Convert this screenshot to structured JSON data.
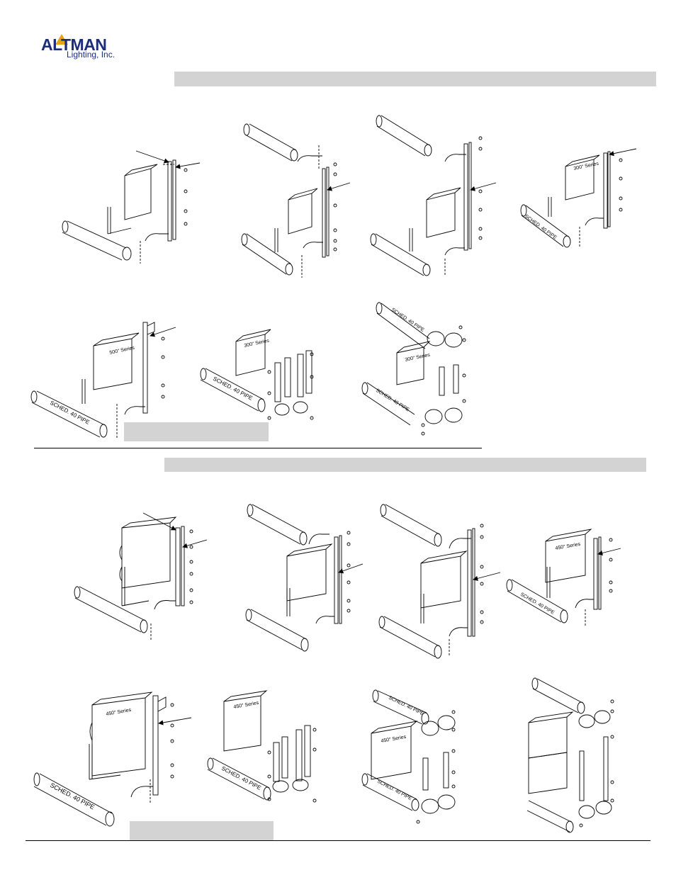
{
  "logo": {
    "name": "ALTMAN",
    "tagline": "Lighting, Inc."
  },
  "section1": {
    "pipe_label": "SCHED. 40 PIPE",
    "series_labels": [
      "300\" Series",
      "500\" Series",
      "300\" Series",
      "300\" Series"
    ]
  },
  "section2": {
    "pipe_label": "SCHED. 40 PIPE",
    "series_labels": [
      "450\" Series",
      "450\" Series",
      "450\" Series",
      "450\" Series"
    ]
  }
}
